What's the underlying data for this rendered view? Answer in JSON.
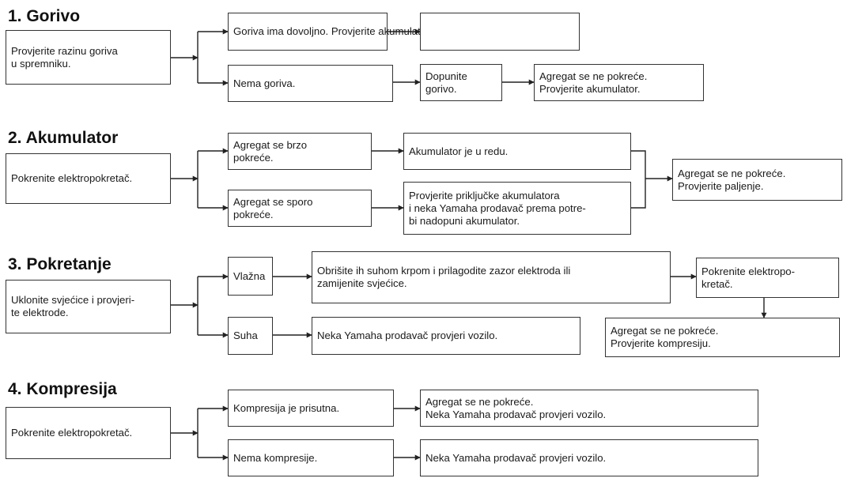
{
  "sections": [
    {
      "title": "1.  Gorivo",
      "start": "Provjerite razinu goriva\nu spremniku.",
      "yes": "Goriva ima dovoljno. Provjerite akumulator.",
      "no": "Nema goriva.",
      "refuel": "Dopunite\ngorivo.",
      "result": "Agregat se ne pokreće.\nProvjerite akumulator."
    },
    {
      "title": "2.  Akumulator",
      "start": "Pokrenite elektropokretač.",
      "fast": "Agregat se brzo\npokreće.",
      "slow": "Agregat se sporo\npokreće.",
      "ok": "Akumulator je u redu.",
      "check": "Provjerite priključke akumulatora\ni neka Yamaha prodavač prema potre-\nbi nadopuni akumulator.",
      "result": "Agregat se ne pokreće.\nProvjerite paljenje."
    },
    {
      "title": "3.  Pokretanje",
      "start": "Uklonite svjećice i provjeri-\nte elektrode.",
      "wet": "Vlažna",
      "dry": "Suha",
      "wipe": "Obrišite ih suhom krpom i prilagodite zazor elektroda ili\nzamijenite svjećice.",
      "dealer": "Neka Yamaha prodavač provjeri vozilo.",
      "start2": "Pokrenite elektropo-\nkretač.",
      "result": "Agregat se ne pokreće.\nProvjerite kompresiju."
    },
    {
      "title": "4.  Kompresija",
      "start": "Pokrenite elektropokretač.",
      "present": "Kompresija je prisutna.",
      "none": "Nema kompresije.",
      "result": "Agregat se ne pokreće.\nNeka Yamaha prodavač provjeri vozilo.",
      "dealer": "Neka Yamaha prodavač provjeri vozilo."
    }
  ]
}
